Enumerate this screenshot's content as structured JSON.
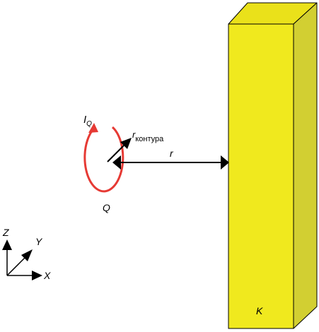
{
  "diagram": {
    "labels": {
      "current": "I",
      "current_sub": "Q",
      "loop": "Q",
      "loop_radius": "r",
      "loop_radius_sub": "контура",
      "distance": "r",
      "block": "K"
    },
    "axes": {
      "z": "Z",
      "y": "Y",
      "x": "X"
    },
    "colors": {
      "block_front": "#f0e91e",
      "block_top": "#eae11a",
      "block_side": "#d2cf32",
      "loop": "#e63a34",
      "line": "#000000"
    }
  }
}
